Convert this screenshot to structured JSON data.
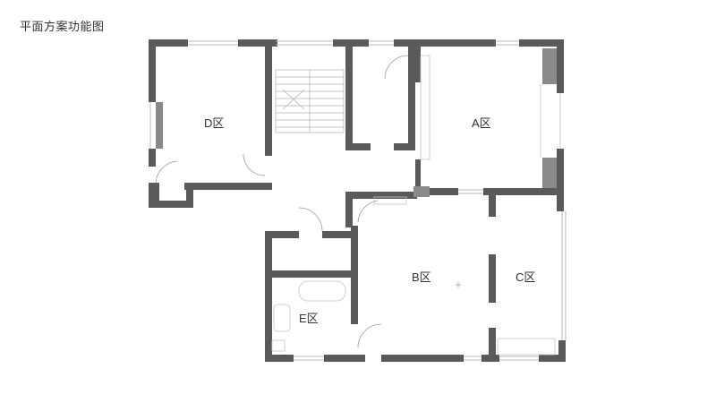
{
  "title": "平面方案功能图",
  "rooms": {
    "a": "A区",
    "b": "B区",
    "c": "C区",
    "d": "D区",
    "e": "E区"
  },
  "colors": {
    "wall": "#5a5a5a",
    "fixture": "#8a8a8a",
    "window": "#b8b8b8",
    "text": "#333333"
  }
}
